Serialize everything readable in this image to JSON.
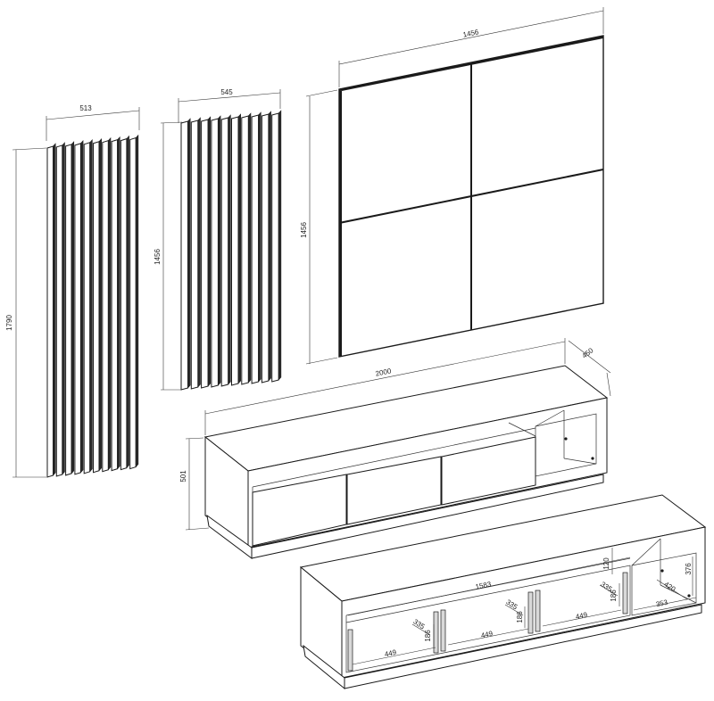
{
  "slat_panel_tall": {
    "width": "513",
    "height": "1790"
  },
  "slat_panel_short": {
    "width": "545",
    "height": "1456"
  },
  "square_panel": {
    "width": "1456",
    "height": "1456"
  },
  "tv_cabinet": {
    "width": "2000",
    "depth": "450",
    "height": "501"
  },
  "interior": {
    "inner_width": "1583",
    "top_gap": "120",
    "side_height": "376",
    "side_depth": "420",
    "side_width": "353",
    "drawers": [
      {
        "width": "449",
        "depth": "335",
        "height": "186"
      },
      {
        "width": "449",
        "depth": "335",
        "height": "186"
      },
      {
        "width": "449",
        "depth": "335",
        "height": "186"
      }
    ]
  }
}
